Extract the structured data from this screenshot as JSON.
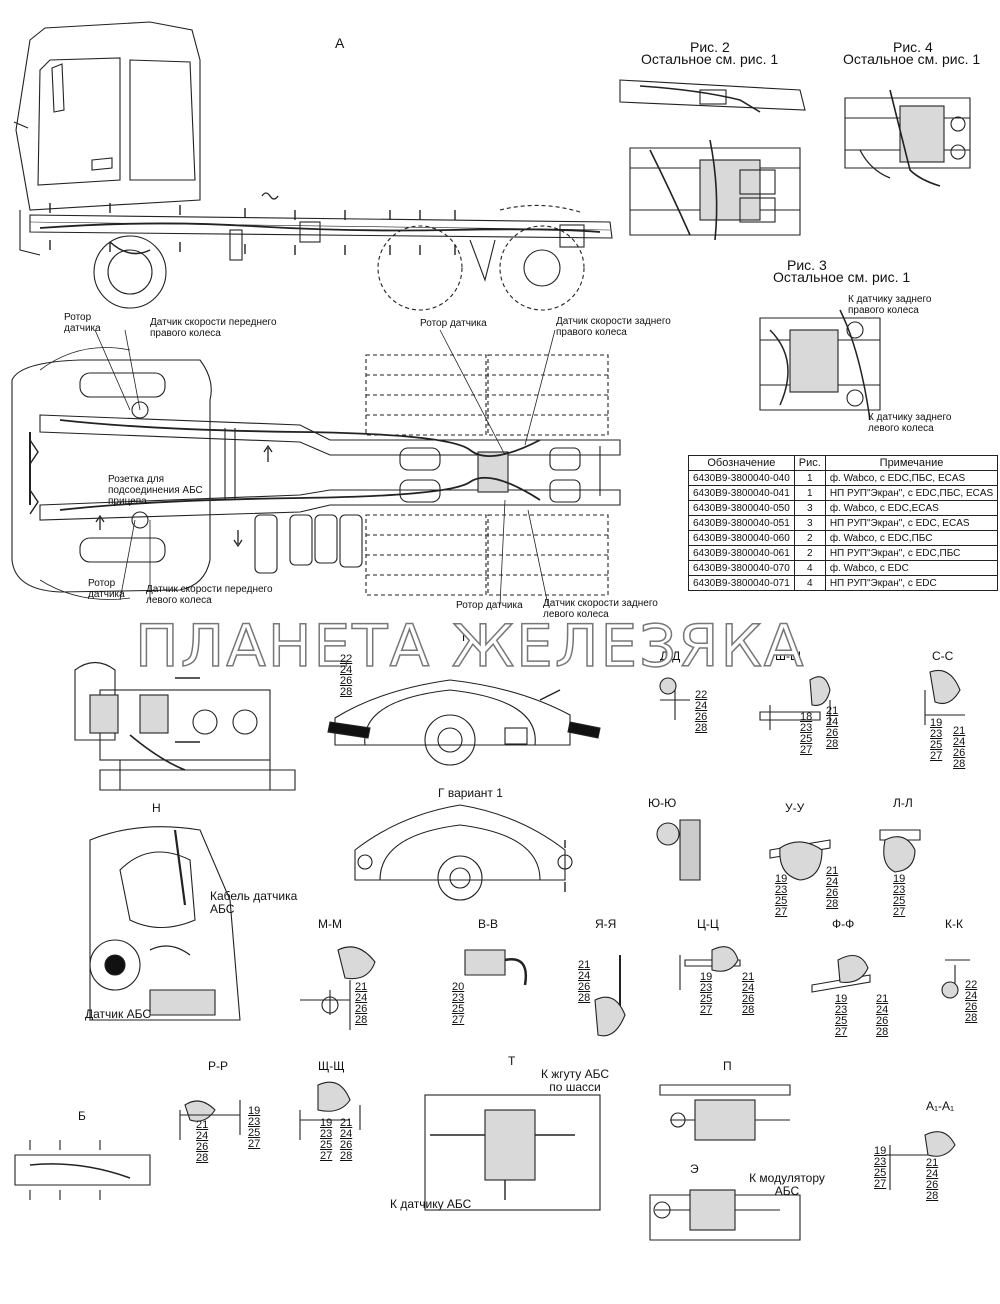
{
  "titles": {
    "view_a": "А",
    "fig2": "Рис. 2",
    "fig2_sub": "Остальное см. рис. 1",
    "fig4": "Рис. 4",
    "fig4_sub": "Остальное см. рис. 1",
    "fig3": "Рис. 3",
    "fig3_sub": "Остальное см. рис. 1"
  },
  "callouts": {
    "rotor_sensor_1": "Ротор датчика",
    "front_right_sensor": "Датчик скорости переднего правого колеса",
    "rotor_sensor_2": "Ротор датчика",
    "rear_right_sensor": "Датчик скорости заднего правого колеса",
    "trailer_socket": "Розетка для подсоединения АБС прицепа",
    "rotor_sensor_3": "Ротор датчика",
    "front_left_sensor": "Датчик скорости переднего левого колеса",
    "rotor_sensor_4": "Ротор датчика",
    "rear_left_sensor": "Датчик скорости заднего левого колеса",
    "to_rear_right": "К датчику заднего правого колеса",
    "to_rear_left": "К датчику заднего левого колеса",
    "abs_cable": "Кабель датчика АБС",
    "abs_sensor": "Датчик АБС",
    "to_abs_harness": "К жгуту АБС по шасси",
    "to_abs_sensor": "К датчику АБС",
    "to_modulator": "К модулятору АБС"
  },
  "sections": {
    "g": "Г",
    "g_var": "Г вариант 1",
    "dd": "Д-Д",
    "shsh": "Ш-Ш",
    "cc": "С-С",
    "n": "Н",
    "yuyu": "Ю-Ю",
    "uu": "У-У",
    "ll": "Л-Л",
    "mm": "М-М",
    "vv": "В-В",
    "yaya": "Я-Я",
    "tsts": "Ц-Ц",
    "ff": "Ф-Ф",
    "kk": "К-К",
    "b": "Б",
    "rr": "Р-Р",
    "shch": "Щ-Щ",
    "t": "Т",
    "p": "П",
    "e": "Э",
    "a1a1": "А₁-А₁"
  },
  "spec_table": {
    "headers": [
      "Обозначение",
      "Рис.",
      "Примечание"
    ],
    "rows": [
      [
        "6430В9-3800040-040",
        "1",
        "ф. Wabco, с EDC,ПБС, ECAS"
      ],
      [
        "6430В9-3800040-041",
        "1",
        "НП РУП\"Экран\", с EDC,ПБС, ECAS"
      ],
      [
        "6430В9-3800040-050",
        "3",
        "ф. Wabco, с EDC,ECAS"
      ],
      [
        "6430В9-3800040-051",
        "3",
        "НП РУП\"Экран\", с EDC, ECAS"
      ],
      [
        "6430В9-3800040-060",
        "2",
        "ф. Wabco, с EDC,ПБС"
      ],
      [
        "6430В9-3800040-061",
        "2",
        "НП РУП\"Экран\", с EDC,ПБС"
      ],
      [
        "6430В9-3800040-070",
        "4",
        "ф. Wabco, с EDC"
      ],
      [
        "6430В9-3800040-071",
        "4",
        "НП РУП\"Экран\", с EDC"
      ]
    ]
  },
  "watermark": "ПЛАНЕТА ЖЕЛЕЗЯКА",
  "stacks": {
    "dd": [
      "22",
      "24",
      "26",
      "28"
    ],
    "g": [
      "22",
      "24",
      "26",
      "28"
    ],
    "shsh_a": [
      "18",
      "23",
      "25",
      "27"
    ],
    "shsh_b": [
      "21",
      "24",
      "26",
      "28"
    ],
    "cc_a": [
      "19",
      "23",
      "25",
      "27"
    ],
    "cc_b": [
      "21",
      "24",
      "26",
      "28"
    ],
    "uu_a": [
      "19",
      "23",
      "25",
      "27"
    ],
    "uu_b": [
      "21",
      "24",
      "26",
      "28"
    ],
    "ll_a": [
      "19",
      "23",
      "25",
      "27"
    ],
    "mm": [
      "21",
      "24",
      "26",
      "28"
    ],
    "vv": [
      "20",
      "23",
      "25",
      "27"
    ],
    "yaya": [
      "21",
      "24",
      "26",
      "28"
    ],
    "tsts_a": [
      "19",
      "23",
      "25",
      "27"
    ],
    "tsts_b": [
      "21",
      "24",
      "26",
      "28"
    ],
    "ff_a": [
      "19",
      "23",
      "25",
      "27"
    ],
    "ff_b": [
      "21",
      "24",
      "26",
      "28"
    ],
    "kk": [
      "22",
      "24",
      "26",
      "28"
    ],
    "rr_a": [
      "21",
      "24",
      "26",
      "28"
    ],
    "rr_b": [
      "19",
      "23",
      "25",
      "27"
    ],
    "shch_a": [
      "19",
      "23",
      "25",
      "27"
    ],
    "shch_b": [
      "21",
      "24",
      "26",
      "28"
    ],
    "a1_a": [
      "19",
      "23",
      "25",
      "27"
    ],
    "a1_b": [
      "21",
      "24",
      "26",
      "28"
    ]
  },
  "colors": {
    "line": "#222222",
    "fill": "#d9d9d9",
    "dark": "#111111"
  }
}
